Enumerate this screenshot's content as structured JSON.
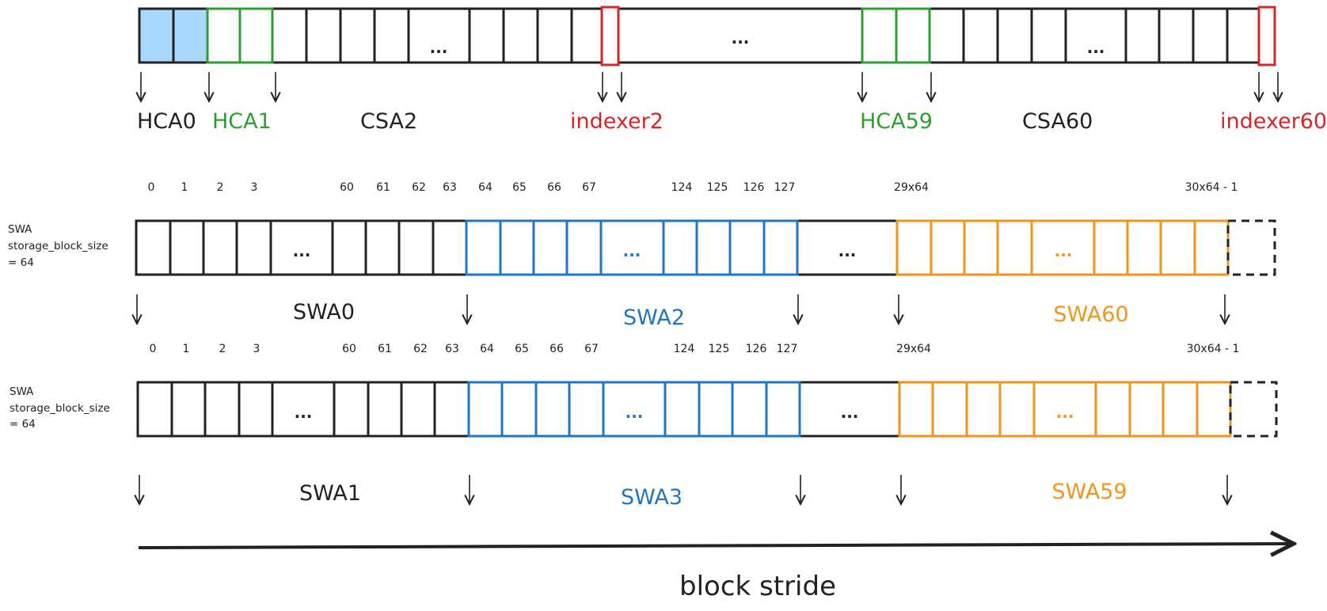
{
  "colors": {
    "black": "#222222",
    "green": "#2ca02c",
    "red": "#d62728",
    "blue": "#1f77c4",
    "orange": "#f0961e",
    "fill_blue": "#a9d8ff"
  },
  "ellipsis": "...",
  "top_row": {
    "labels": {
      "hca0": "HCA0",
      "hca1": "HCA1",
      "csa2": "CSA2",
      "indexer2": "indexer2",
      "hca59": "HCA59",
      "csa60": "CSA60",
      "indexer60": "indexer60"
    }
  },
  "rows": [
    {
      "side_label": [
        "SWA",
        "storage_block_size",
        "= 64"
      ],
      "indices": [
        "0",
        "1",
        "2",
        "3",
        "60",
        "61",
        "62",
        "63",
        "64",
        "65",
        "66",
        "67",
        "124",
        "125",
        "126",
        "127",
        "29x64",
        "30x64 - 1"
      ],
      "labels": {
        "black": "SWA0",
        "blue": "SWA2",
        "orange": "SWA60"
      }
    },
    {
      "side_label": [
        "SWA",
        "storage_block_size",
        "= 64"
      ],
      "indices": [
        "0",
        "1",
        "2",
        "3",
        "60",
        "61",
        "62",
        "63",
        "64",
        "65",
        "66",
        "67",
        "124",
        "125",
        "126",
        "127",
        "29x64",
        "30x64 - 1"
      ],
      "labels": {
        "black": "SWA1",
        "blue": "SWA3",
        "orange": "SWA59"
      }
    }
  ],
  "axis_label": "block stride"
}
